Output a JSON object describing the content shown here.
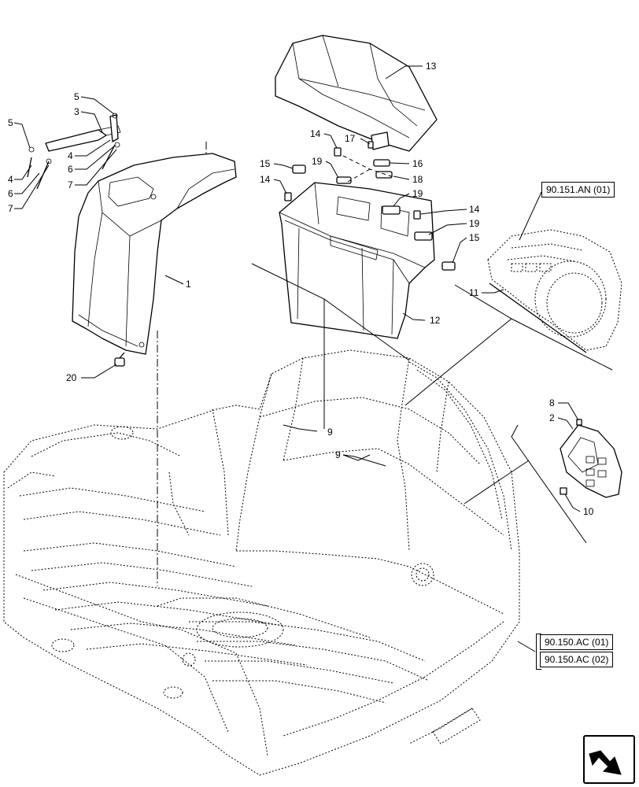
{
  "callouts": [
    {
      "id": "c1",
      "text": "1"
    },
    {
      "id": "c2",
      "text": "2"
    },
    {
      "id": "c3",
      "text": "3"
    },
    {
      "id": "c4a",
      "text": "4"
    },
    {
      "id": "c4b",
      "text": "4"
    },
    {
      "id": "c5a",
      "text": "5"
    },
    {
      "id": "c5b",
      "text": "5"
    },
    {
      "id": "c6a",
      "text": "6"
    },
    {
      "id": "c6b",
      "text": "6"
    },
    {
      "id": "c7a",
      "text": "7"
    },
    {
      "id": "c7b",
      "text": "7"
    },
    {
      "id": "c8",
      "text": "8"
    },
    {
      "id": "c9a",
      "text": "9"
    },
    {
      "id": "c9b",
      "text": "9"
    },
    {
      "id": "c10",
      "text": "10"
    },
    {
      "id": "c11",
      "text": "11"
    },
    {
      "id": "c12",
      "text": "12"
    },
    {
      "id": "c13",
      "text": "13"
    },
    {
      "id": "c14a",
      "text": "14"
    },
    {
      "id": "c14b",
      "text": "14"
    },
    {
      "id": "c14c",
      "text": "14"
    },
    {
      "id": "c15a",
      "text": "15"
    },
    {
      "id": "c15b",
      "text": "15"
    },
    {
      "id": "c16",
      "text": "16"
    },
    {
      "id": "c17",
      "text": "17"
    },
    {
      "id": "c18",
      "text": "18"
    },
    {
      "id": "c19a",
      "text": "19"
    },
    {
      "id": "c19b",
      "text": "19"
    },
    {
      "id": "c19c",
      "text": "19"
    },
    {
      "id": "c20",
      "text": "20"
    }
  ],
  "references": {
    "cover_panel": "90.151.AN (01)",
    "cab_floor_1": "90.150.AC (01)",
    "cab_floor_2": "90.150.AC (02)"
  },
  "icons": {
    "navigation": "next-page-arrow-icon"
  }
}
